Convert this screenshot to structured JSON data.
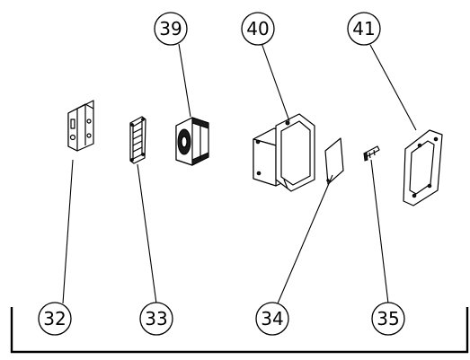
{
  "callouts": [
    {
      "id": "c32",
      "label": "32"
    },
    {
      "id": "c33",
      "label": "33"
    },
    {
      "id": "c34",
      "label": "34"
    },
    {
      "id": "c35",
      "label": "35"
    },
    {
      "id": "c39",
      "label": "39"
    },
    {
      "id": "c40",
      "label": "40"
    },
    {
      "id": "c41",
      "label": "41"
    }
  ]
}
